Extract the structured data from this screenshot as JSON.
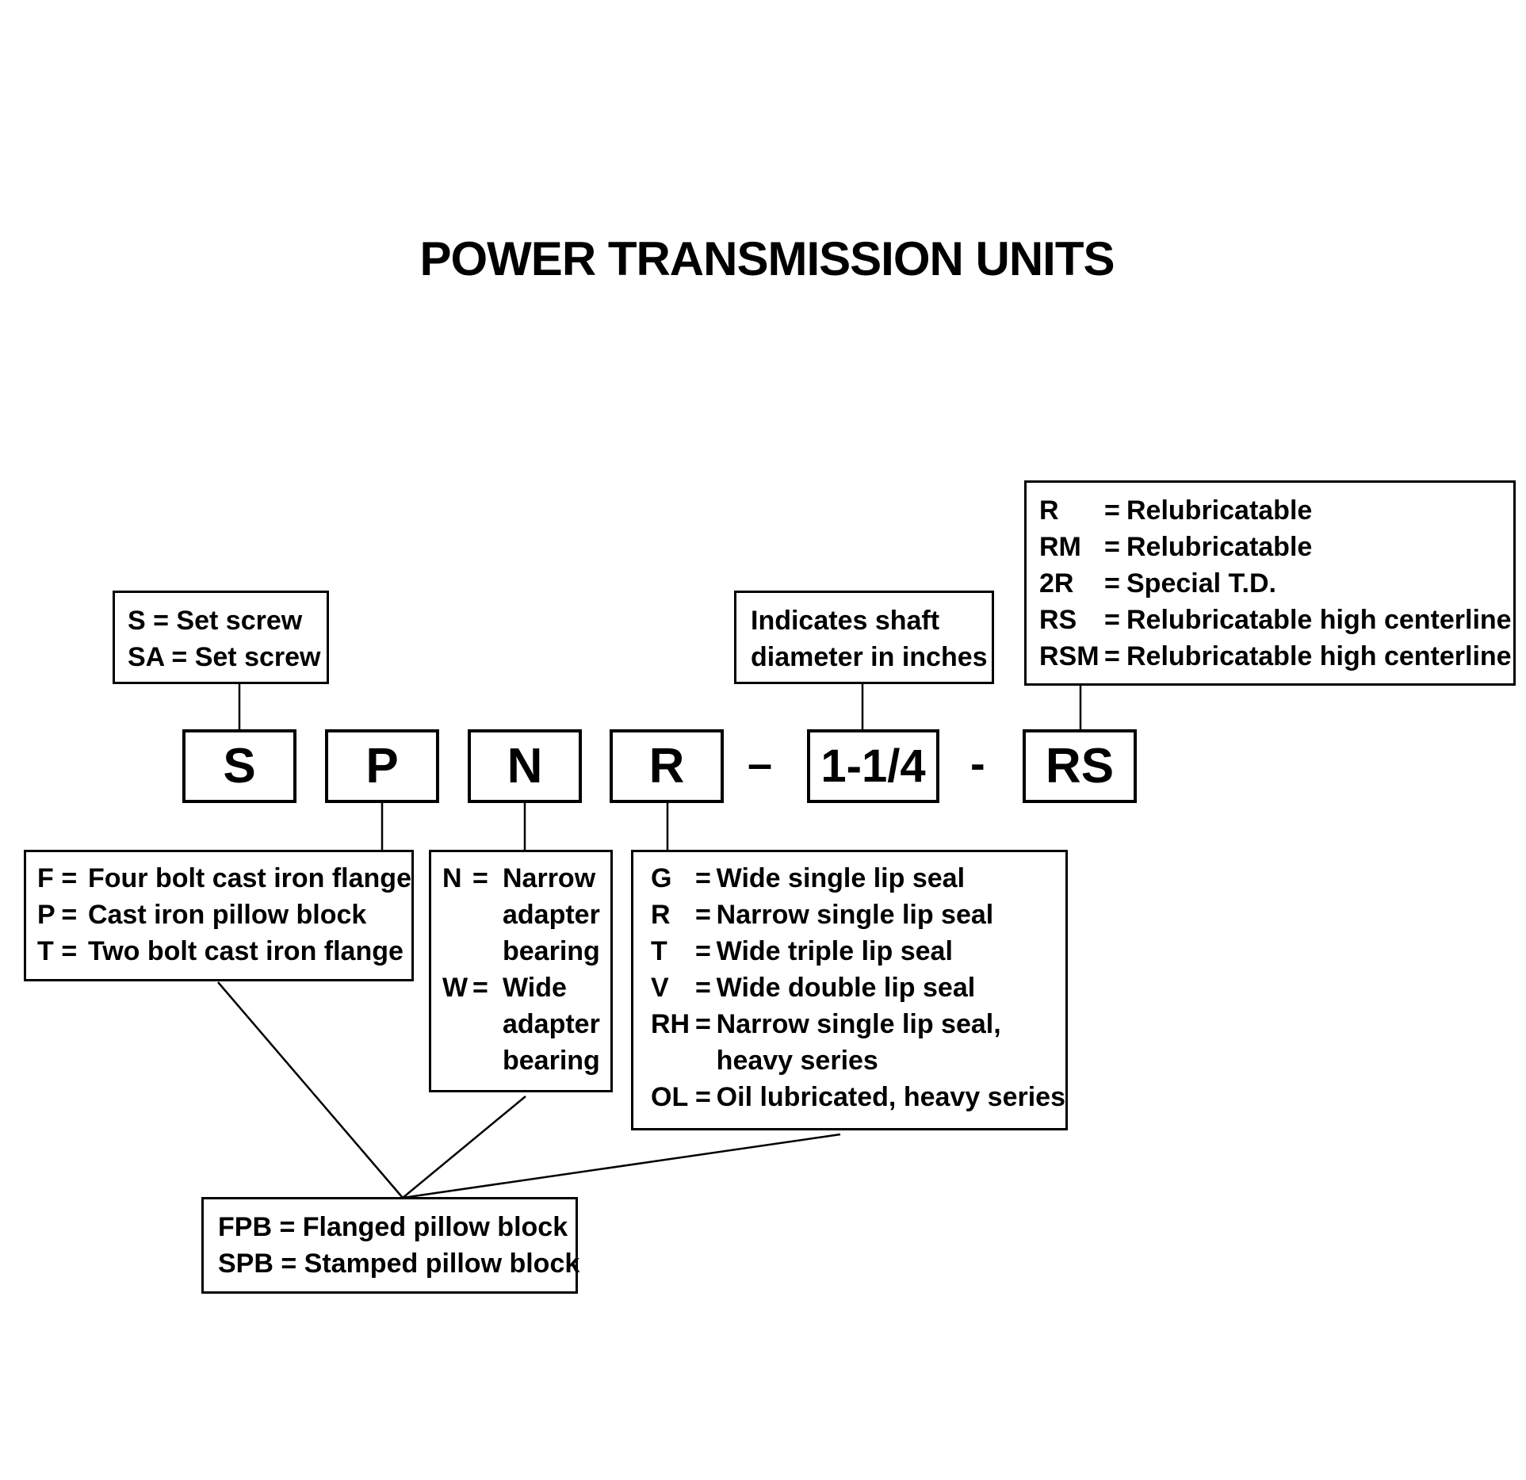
{
  "title": "POWER TRANSMISSION UNITS",
  "code_segments": [
    "S",
    "P",
    "N",
    "R",
    "1-1/4",
    "RS"
  ],
  "separators": [
    "–",
    "-"
  ],
  "set_screw_box": {
    "lines": [
      "S =  Set screw",
      "SA = Set screw"
    ]
  },
  "shaft_box": {
    "lines": [
      "Indicates shaft",
      "diameter in inches"
    ]
  },
  "suffix_box": {
    "rows": [
      {
        "code": "R",
        "eq": "=",
        "desc": "Relubricatable"
      },
      {
        "code": "RM",
        "eq": "=",
        "desc": "Relubricatable"
      },
      {
        "code": "2R",
        "eq": "=",
        "desc": "Special T.D."
      },
      {
        "code": "RS",
        "eq": "=",
        "desc": "Relubricatable high centerline"
      },
      {
        "code": "RSM",
        "eq": "=",
        "desc": "Relubricatable high centerline"
      }
    ]
  },
  "housing_box": {
    "rows": [
      {
        "code": "F",
        "eq": "=",
        "desc": "Four bolt cast iron flange"
      },
      {
        "code": "P",
        "eq": "=",
        "desc": "Cast iron pillow block"
      },
      {
        "code": "T",
        "eq": "=",
        "desc": "Two bolt cast iron flange"
      }
    ]
  },
  "adapter_box": {
    "rows": [
      {
        "code": "N",
        "eq": "=",
        "desc": "Narrow"
      },
      {
        "code": "",
        "eq": "",
        "desc": "adapter"
      },
      {
        "code": "",
        "eq": "",
        "desc": "bearing"
      },
      {
        "code": "W",
        "eq": "=",
        "desc": "Wide"
      },
      {
        "code": "",
        "eq": "",
        "desc": "adapter"
      },
      {
        "code": "",
        "eq": "",
        "desc": "bearing"
      }
    ]
  },
  "seal_box": {
    "rows": [
      {
        "code": "G",
        "eq": "=",
        "desc": "Wide single lip seal"
      },
      {
        "code": "R",
        "eq": "=",
        "desc": "Narrow single lip seal"
      },
      {
        "code": "T",
        "eq": "=",
        "desc": "Wide triple lip seal"
      },
      {
        "code": "V",
        "eq": "=",
        "desc": "Wide double lip seal"
      },
      {
        "code": "RH",
        "eq": "=",
        "desc": "Narrow single lip seal,"
      },
      {
        "code": "",
        "eq": "",
        "desc": "heavy series"
      },
      {
        "code": "OL",
        "eq": "=",
        "desc": "Oil lubricated, heavy series"
      }
    ]
  },
  "block_box": {
    "lines": [
      "FPB = Flanged pillow block",
      "SPB = Stamped pillow block"
    ]
  }
}
